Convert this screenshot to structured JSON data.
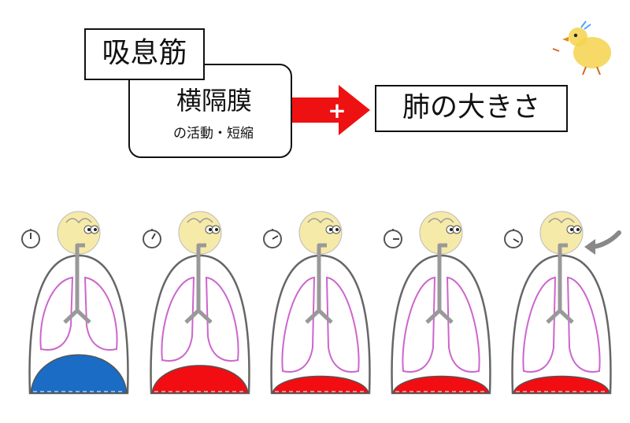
{
  "header": {
    "muscle_label": "吸息筋",
    "diaphragm_title": "横隔膜",
    "diaphragm_sub": "の活動・短縮",
    "relation_symbol": "+",
    "lung_label": "肺の大きさ"
  },
  "colors": {
    "arrow": "#ee1111",
    "diaphragm_relaxed": "#1a6cc4",
    "diaphragm_active": "#f20d12",
    "lung_outline": "#cc66cc",
    "chest_outline": "#666666",
    "trachea": "#999999",
    "head": "#f6eaa8"
  },
  "frames": [
    {
      "diaphragm_state": "relaxed",
      "clock_icon": "stopwatch-icon",
      "hand_angle": 0
    },
    {
      "diaphragm_state": "contracting",
      "clock_icon": "stopwatch-icon",
      "hand_angle": 30
    },
    {
      "diaphragm_state": "contracted",
      "clock_icon": "stopwatch-icon",
      "hand_angle": 60
    },
    {
      "diaphragm_state": "contracted",
      "clock_icon": "stopwatch-icon",
      "hand_angle": 90
    },
    {
      "diaphragm_state": "contracted",
      "clock_icon": "stopwatch-icon",
      "hand_angle": 120
    }
  ],
  "inflow_arrow_icon": "curved-arrow-icon",
  "mascot_icon": "chick-icon"
}
